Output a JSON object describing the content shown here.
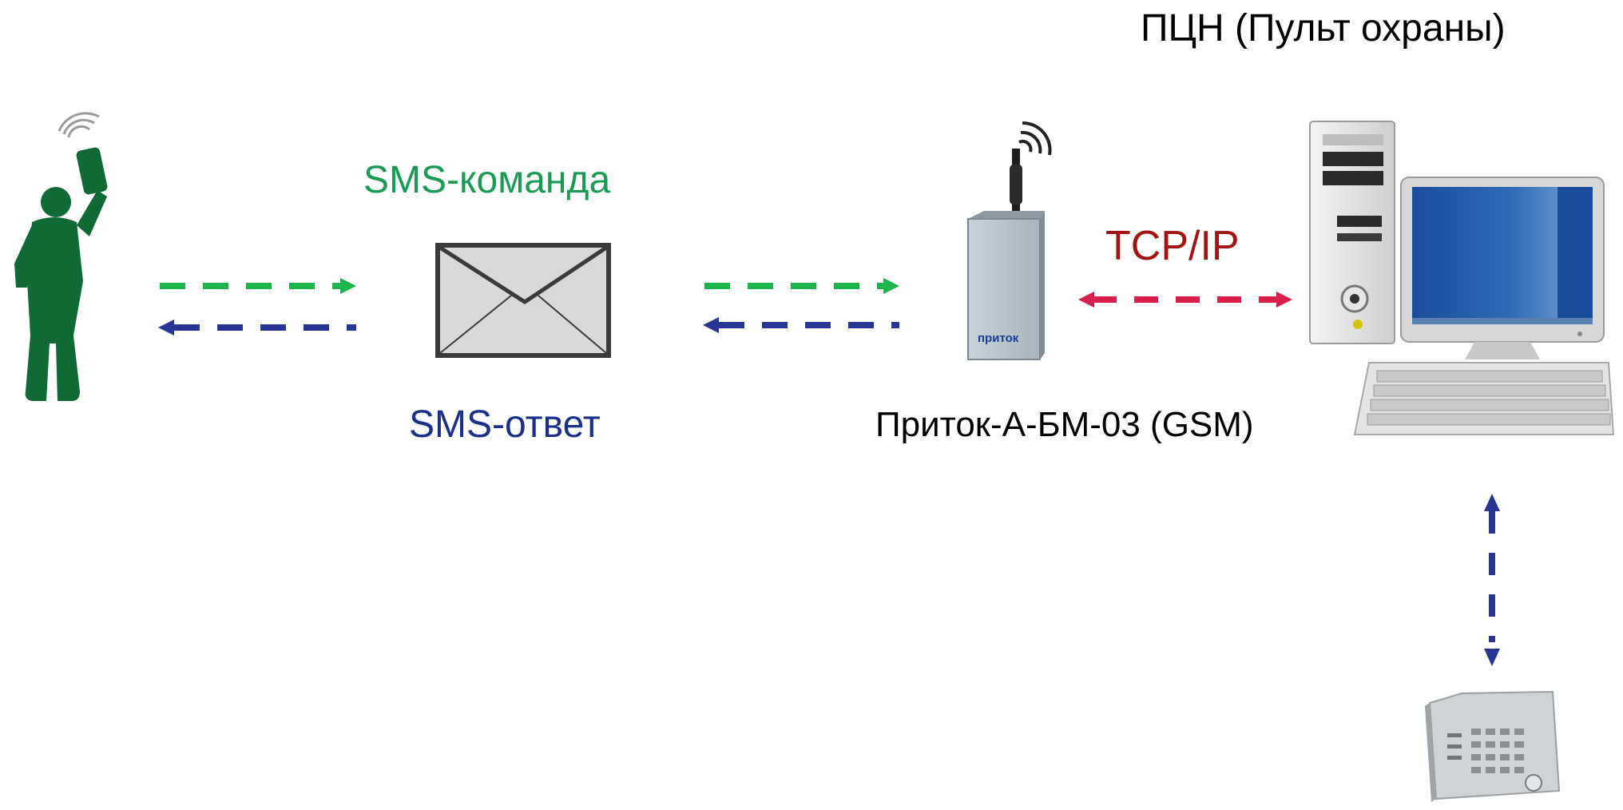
{
  "labels": {
    "pcn": "ПЦН (Пульт охраны)",
    "sms_command": "SMS-команда",
    "sms_answer": "SMS-ответ",
    "tcp_ip": "TCP/IP",
    "device": "Приток-А-БМ-03 (GSM)",
    "device_logo": "приток"
  },
  "colors": {
    "command": "#1db34d",
    "answer": "#283593",
    "tcp": "#d81e4a",
    "person": "#0f6a38",
    "bus": "#283593"
  },
  "nodes": [
    {
      "id": "user",
      "icon": "person-with-phone-icon"
    },
    {
      "id": "sms",
      "icon": "envelope-icon"
    },
    {
      "id": "gsm-module",
      "icon": "gsm-transmitter-icon"
    },
    {
      "id": "monitoring-station",
      "icon": "desktop-computer-icon"
    },
    {
      "id": "control-panel",
      "icon": "security-control-panel-icon"
    }
  ]
}
